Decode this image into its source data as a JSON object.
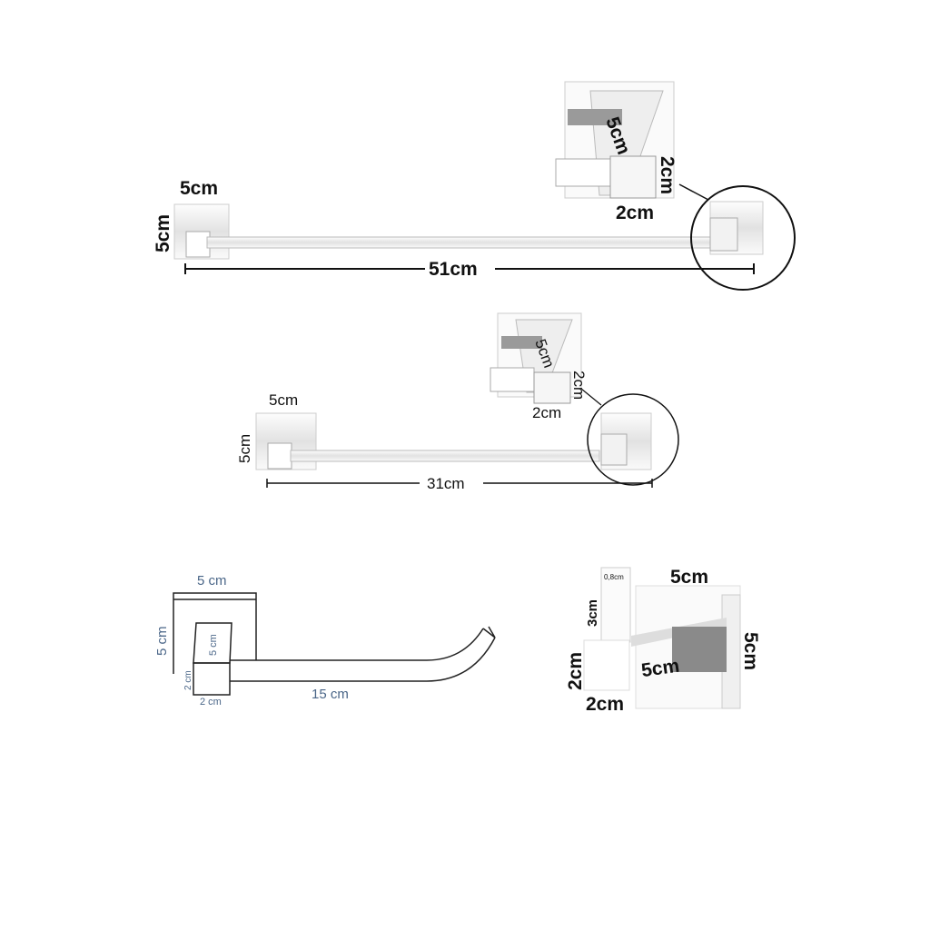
{
  "towel_bar_large": {
    "width_label": "5cm",
    "height_label": "5cm",
    "length_label": "51cm",
    "detail": {
      "arm_label": "5cm",
      "side_label": "2cm",
      "bottom_label": "2cm"
    }
  },
  "towel_bar_small": {
    "width_label": "5cm",
    "height_label": "5cm",
    "length_label": "31cm",
    "detail": {
      "arm_label": "5cm",
      "side_label": "2cm",
      "bottom_label": "2cm"
    }
  },
  "paper_holder": {
    "plate_width_label": "5 cm",
    "plate_height_label": "5 cm",
    "arm_height_label": "5 cm",
    "block_height_label": "2 cm",
    "block_width_label": "2 cm",
    "length_label": "15 cm"
  },
  "robe_hook": {
    "tip_label": "0,8cm",
    "peg_height_label": "3cm",
    "plate_width_label": "5cm",
    "arm_length_label": "5cm",
    "plate_height_label": "5cm",
    "block_height_label": "2cm",
    "block_width_label": "2cm"
  },
  "colors": {
    "chrome_dark": "#8a8a8a",
    "chrome_light": "#f4f4f4",
    "outline": "#222222",
    "blue_label": "#4a6688"
  }
}
